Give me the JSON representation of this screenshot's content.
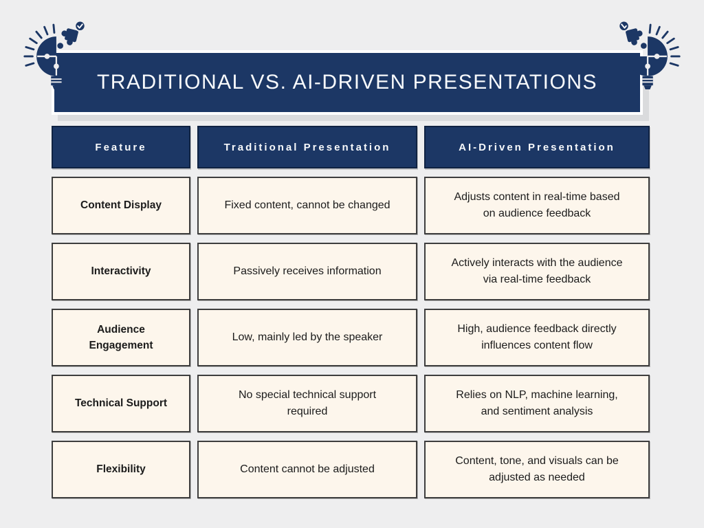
{
  "title": {
    "text": "TRADITIONAL VS. AI-DRIVEN PRESENTATIONS"
  },
  "icons": {
    "left": "lightbulb-puzzle-idea-icon",
    "right": "lightbulb-puzzle-idea-icon-mirrored"
  },
  "colors": {
    "navy": "#1c3765",
    "cream": "#fdf6ec",
    "page_background": "#eeeeef",
    "cell_border": "#3d3d3d",
    "title_text": "#f8fafc"
  },
  "table": {
    "headers": [
      "Feature",
      "Traditional Presentation",
      "AI-Driven Presentation"
    ],
    "rows": [
      {
        "feature": "Content Display",
        "traditional": "Fixed content, cannot be changed",
        "ai": "Adjusts content in real-time based on audience feedback"
      },
      {
        "feature": "Interactivity",
        "traditional": "Passively receives information",
        "ai": "Actively interacts with the audience via real-time feedback"
      },
      {
        "feature": "Audience Engagement",
        "traditional": "Low, mainly led by the speaker",
        "ai": "High, audience feedback directly influences content flow"
      },
      {
        "feature": "Technical Support",
        "traditional": "No special technical support required",
        "ai": "Relies on NLP, machine learning, and sentiment analysis"
      },
      {
        "feature": "Flexibility",
        "traditional": "Content cannot be adjusted",
        "ai": "Content, tone, and visuals can be adjusted as needed"
      }
    ]
  }
}
